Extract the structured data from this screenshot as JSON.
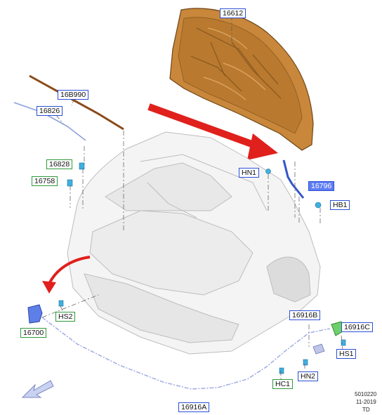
{
  "labels": {
    "l16612": "16612",
    "l16B990": "16B990",
    "l16826": "16826",
    "l16828": "16828",
    "l16758": "16758",
    "lHN1": "HN1",
    "l16796": "16796",
    "lHB1": "HB1",
    "lHS2": "HS2",
    "l16700": "16700",
    "l16916B": "16916B",
    "l16916C": "16916C",
    "lHS1": "HS1",
    "lHN2": "HN2",
    "lHC1": "HC1",
    "l16916A": "16916A"
  },
  "footer": {
    "code": "5010220",
    "date": "11-2019",
    "suffix": "TD"
  },
  "colors": {
    "label_border_blue": "#2b4fd6",
    "label_border_green": "#2e9a3a",
    "label_highlight": "#5f7df2",
    "hood": "#c8873a",
    "arrow_red": "#e0201c"
  }
}
